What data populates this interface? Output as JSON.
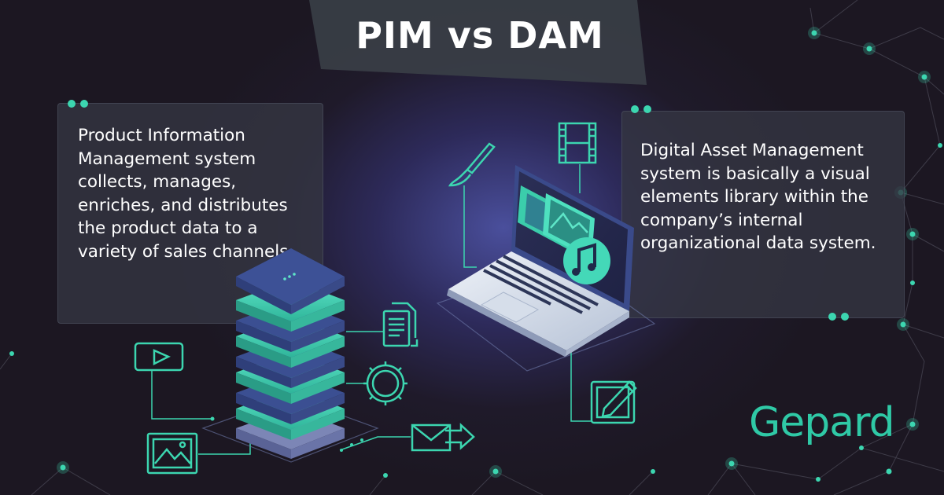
{
  "title": "PIM vs DAM",
  "pim": {
    "text": "Product Information Management system collects, manages, enriches, and distributes the product data to a variety of sales channels."
  },
  "dam": {
    "text": "Digital Asset Management system is basically a visual elements library within the company’s internal organizational data system."
  },
  "brand": {
    "logo_text": "Gepard"
  },
  "colors": {
    "accent": "#3cd6b0",
    "background": "#1c1722",
    "panel": "#343642",
    "glow": "#4a4f9c"
  },
  "icons": [
    "video-play-icon",
    "image-icon",
    "documents-icon",
    "gear-icon",
    "envelope-send-icon",
    "server-stack-icon",
    "laptop-icon",
    "paintbrush-icon",
    "film-strip-icon",
    "music-note-icon",
    "edit-pencil-icon"
  ]
}
